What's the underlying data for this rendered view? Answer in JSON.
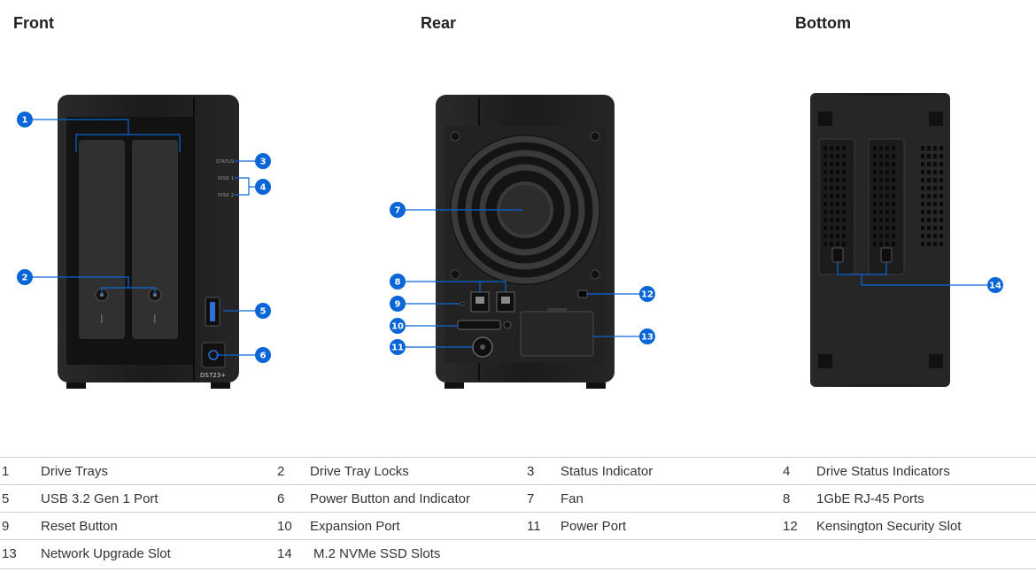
{
  "views": [
    {
      "title": "Front"
    },
    {
      "title": "Rear"
    },
    {
      "title": "Bottom"
    }
  ],
  "front_panel": {
    "led_labels": [
      "STATUS",
      "DISK 1",
      "DISK 2"
    ],
    "model": "DS723+"
  },
  "callouts": [
    "1",
    "2",
    "3",
    "4",
    "5",
    "6",
    "7",
    "8",
    "9",
    "10",
    "11",
    "12",
    "13",
    "14"
  ],
  "colors": {
    "callout": "#0a66d6",
    "device": "#1f1f1f",
    "panel": "#2b2b2b",
    "accent_line": "#0a66d6"
  },
  "legend": [
    [
      {
        "num": "1",
        "label": "Drive Trays"
      },
      {
        "num": "2",
        "label": "Drive Tray Locks"
      },
      {
        "num": "3",
        "label": "Status Indicator"
      },
      {
        "num": "4",
        "label": "Drive Status Indicators"
      }
    ],
    [
      {
        "num": "5",
        "label": "USB 3.2 Gen 1 Port"
      },
      {
        "num": "6",
        "label": "Power Button and Indicator"
      },
      {
        "num": "7",
        "label": "Fan"
      },
      {
        "num": "8",
        "label": "1GbE RJ-45 Ports"
      }
    ],
    [
      {
        "num": "9",
        "label": "Reset Button"
      },
      {
        "num": "10",
        "label": "Expansion Port"
      },
      {
        "num": "11",
        "label": "Power Port"
      },
      {
        "num": "12",
        "label": "Kensington Security Slot"
      }
    ],
    [
      {
        "num": "13",
        "label": "Network Upgrade Slot"
      },
      {
        "num": "14",
        "label": "M.2 NVMe SSD Slots"
      }
    ]
  ]
}
